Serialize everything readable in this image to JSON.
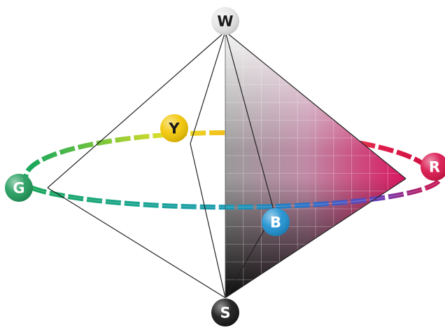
{
  "nodes": {
    "white": {
      "label": "W",
      "color": "#e6e6e6",
      "text_color": "#1a1a1a"
    },
    "black": {
      "label": "S",
      "color": "#141414",
      "text_color": "#ffffff"
    },
    "red": {
      "label": "R",
      "color": "#d8124a",
      "text_color": "#ffffff"
    },
    "green": {
      "label": "G",
      "color": "#1f9a5a",
      "text_color": "#ffffff"
    },
    "blue": {
      "label": "B",
      "color": "#1c8fd0",
      "text_color": "#ffffff"
    },
    "yellow": {
      "label": "Y",
      "color": "#f2c500",
      "text_color": "#1a1a1a"
    }
  },
  "section_color": "#d8155f"
}
